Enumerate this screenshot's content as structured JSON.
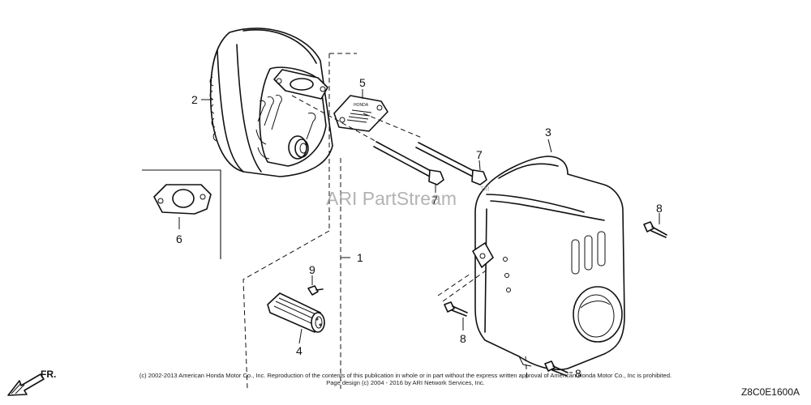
{
  "callouts": [
    {
      "id": "2",
      "label": "2"
    },
    {
      "id": "5",
      "label": "5"
    },
    {
      "id": "3",
      "label": "3"
    },
    {
      "id": "7a",
      "label": "7"
    },
    {
      "id": "7b",
      "label": "7"
    },
    {
      "id": "6",
      "label": "6"
    },
    {
      "id": "8a",
      "label": "8"
    },
    {
      "id": "1",
      "label": "1"
    },
    {
      "id": "9",
      "label": "9"
    },
    {
      "id": "8b",
      "label": "8"
    },
    {
      "id": "4",
      "label": "4"
    },
    {
      "id": "8c",
      "label": "8"
    }
  ],
  "watermark": {
    "text": "ARI PartStream",
    "trademark": "TM"
  },
  "heat_shield_stamp": "HONDA",
  "direction_marker": "FR.",
  "copyright": {
    "line1": "(c) 2002-2013 American Honda Motor Co., Inc. Reproduction of the contents of this publication in whole or in part without the express written approval of American Honda Motor Co., Inc is prohibited.",
    "line2": "Page design (c) 2004 - 2016 by ARI Network Services, Inc."
  },
  "diagram_code": "Z8C0E1600A",
  "colors": {
    "line": "#111111",
    "background": "#ffffff",
    "watermark": "#9a9a9a"
  }
}
